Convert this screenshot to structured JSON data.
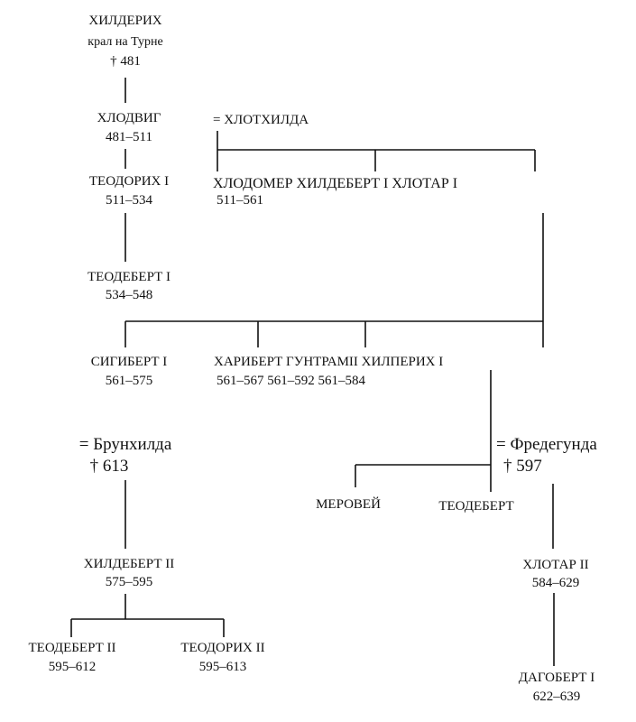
{
  "chlodericus": {
    "name": "ХИЛДЕРИХ",
    "title": "крал на Турне",
    "death": "† 481"
  },
  "clovis": {
    "name": "ХЛОДВИГ",
    "years": "481–511",
    "spouse": "= ХЛОТХИЛДА"
  },
  "clovis_sons": {
    "names": "ХЛОДОМЕР ХИЛДЕБЕРТ I ХЛОТАР I",
    "years": "511–561"
  },
  "theuderic1": {
    "name": "ТЕОДОРИХ I",
    "years": "511–534"
  },
  "theudebert1": {
    "name": "ТЕОДЕБЕРТ I",
    "years": "534–548"
  },
  "sigibert1": {
    "name": "СИГИБЕРТ I",
    "years": "561–575"
  },
  "chlothar_sons": {
    "names": "ХАРИБЕРТ ГУНТРАМII ХИЛПЕРИХ I",
    "years": "561–567 561–592 561–584"
  },
  "brunhilda": {
    "name": "= Брунхилда",
    "death": "† 613"
  },
  "fredegund": {
    "name": "= Фредегунда",
    "death": "† 597"
  },
  "merovech": {
    "name": "МЕРОВЕЙ"
  },
  "theudebert_son": {
    "name": "ТЕОДЕБЕРТ"
  },
  "childebert2": {
    "name": "ХИЛДЕБЕРТ II",
    "years": "575–595"
  },
  "chlothar2": {
    "name": "ХЛОТАР II",
    "years": "584–629"
  },
  "theudebert2": {
    "name": "ТЕОДЕБЕРТ II",
    "years": "595–612"
  },
  "theuderic2": {
    "name": "ТЕОДОРИХ II",
    "years": "595–613"
  },
  "dagobert1": {
    "name": "ДАГОБЕРТ I",
    "years": "622–639"
  }
}
